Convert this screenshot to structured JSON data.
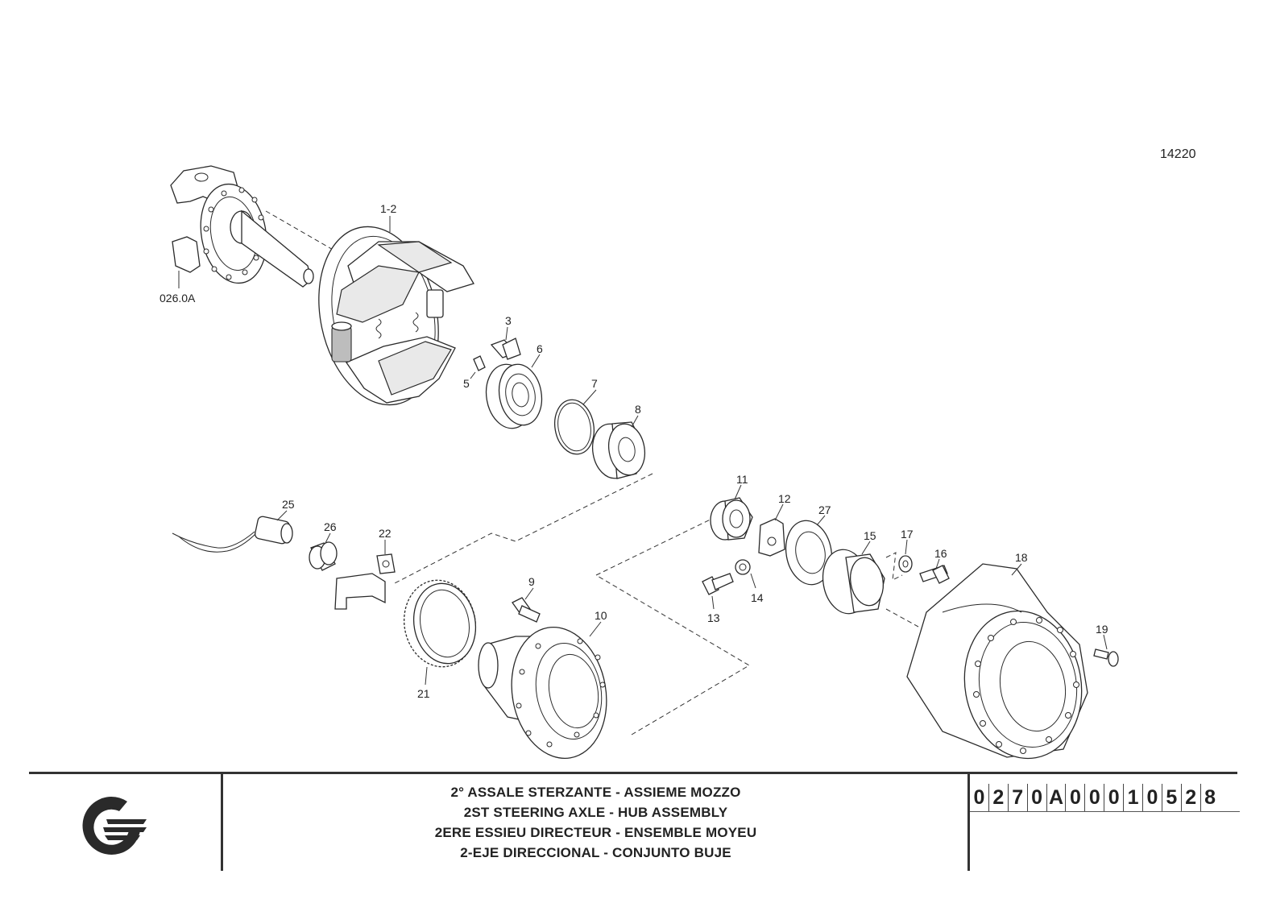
{
  "drawing": {
    "reference_number": "14220",
    "callouts": [
      {
        "id": "026-0a",
        "label": "026.0A"
      },
      {
        "id": "1-2",
        "label": "1-2"
      },
      {
        "id": "3",
        "label": "3"
      },
      {
        "id": "5",
        "label": "5"
      },
      {
        "id": "6",
        "label": "6"
      },
      {
        "id": "7",
        "label": "7"
      },
      {
        "id": "8",
        "label": "8"
      },
      {
        "id": "9",
        "label": "9"
      },
      {
        "id": "10",
        "label": "10"
      },
      {
        "id": "11",
        "label": "11"
      },
      {
        "id": "12",
        "label": "12"
      },
      {
        "id": "13",
        "label": "13"
      },
      {
        "id": "14",
        "label": "14"
      },
      {
        "id": "15",
        "label": "15"
      },
      {
        "id": "16",
        "label": "16"
      },
      {
        "id": "17",
        "label": "17"
      },
      {
        "id": "18",
        "label": "18"
      },
      {
        "id": "19",
        "label": "19"
      },
      {
        "id": "21",
        "label": "21"
      },
      {
        "id": "22",
        "label": "22"
      },
      {
        "id": "25",
        "label": "25"
      },
      {
        "id": "26",
        "label": "26"
      },
      {
        "id": "27",
        "label": "27"
      }
    ]
  },
  "title_block": {
    "logo_icon": "brand-logo-icon",
    "title_it": "2° ASSALE STERZANTE - ASSIEME MOZZO",
    "title_en": "2ST STEERING AXLE - HUB ASSEMBLY",
    "title_fr": "2ERE ESSIEU DIRECTEUR - ENSEMBLE MOYEU",
    "title_es": "2-EJE DIRECCIONAL - CONJUNTO BUJE",
    "drawing_code": [
      "0",
      "2",
      "7",
      "0",
      "A",
      "0",
      "0",
      "0",
      "1",
      "0",
      "5",
      "2",
      "8"
    ]
  }
}
